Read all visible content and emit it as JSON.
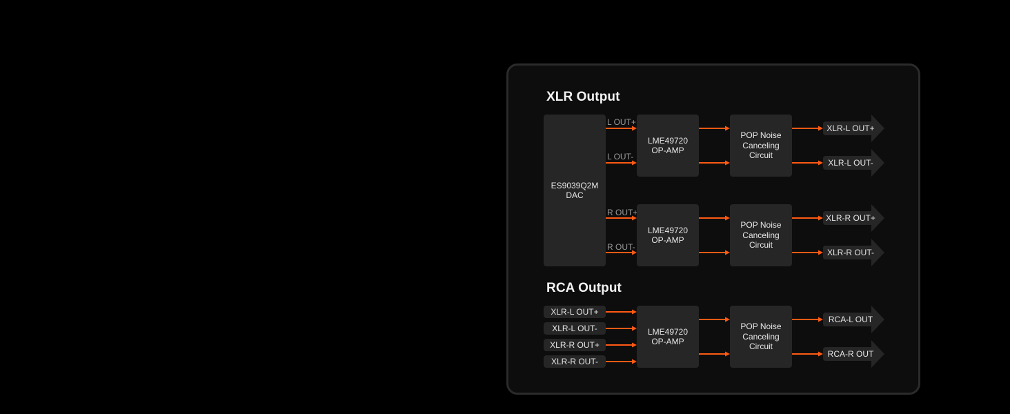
{
  "colors": {
    "signal": "#ff5a14",
    "block": "#262626",
    "panel_border": "#2b2b2b"
  },
  "xlr": {
    "title": "XLR Output",
    "dac": "ES9039Q2M\nDAC",
    "signals": [
      "L OUT+",
      "L OUT-",
      "R OUT+",
      "R OUT-"
    ],
    "opamps": [
      "LME49720\nOP-AMP",
      "LME49720\nOP-AMP"
    ],
    "pop": [
      "POP Noise\nCanceling\nCircuit",
      "POP Noise\nCanceling\nCircuit"
    ],
    "outputs": [
      "XLR-L OUT+",
      "XLR-L OUT-",
      "XLR-R OUT+",
      "XLR-R OUT-"
    ]
  },
  "rca": {
    "title": "RCA Output",
    "inputs": [
      "XLR-L OUT+",
      "XLR-L OUT-",
      "XLR-R OUT+",
      "XLR-R OUT-"
    ],
    "opamp": "LME49720\nOP-AMP",
    "pop": "POP Noise\nCanceling\nCircuit",
    "outputs": [
      "RCA-L OUT",
      "RCA-R OUT"
    ]
  }
}
